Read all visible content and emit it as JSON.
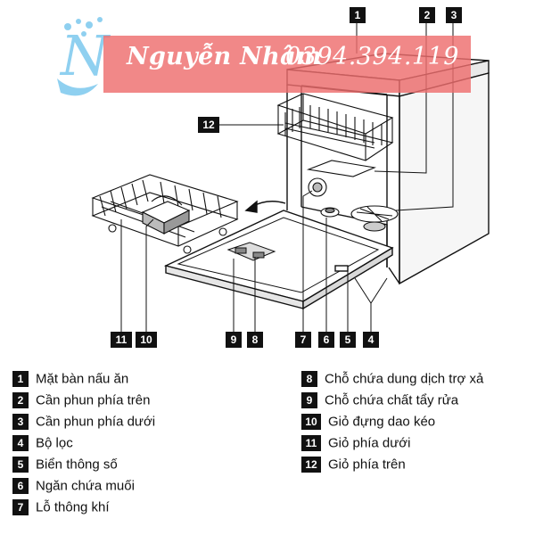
{
  "watermark": {
    "name": "Nguyễn Nhâm",
    "phone": "0394.394.119"
  },
  "callouts": [
    "1",
    "2",
    "3",
    "4",
    "5",
    "6",
    "7",
    "8",
    "9",
    "10",
    "11",
    "12"
  ],
  "legend_left": [
    {
      "num": "1",
      "label": "Mặt bàn nấu ăn"
    },
    {
      "num": "2",
      "label": "Cần phun phía trên"
    },
    {
      "num": "3",
      "label": "Cần phun phía dưới"
    },
    {
      "num": "4",
      "label": "Bộ lọc"
    },
    {
      "num": "5",
      "label": "Biển thông số"
    },
    {
      "num": "6",
      "label": "Ngăn chứa muối"
    },
    {
      "num": "7",
      "label": "Lỗ thông khí"
    }
  ],
  "legend_right": [
    {
      "num": "8",
      "label": "Chỗ chứa dung dịch trợ xả"
    },
    {
      "num": "9",
      "label": "Chỗ chứa chất tẩy rửa"
    },
    {
      "num": "10",
      "label": "Giỏ đựng dao kéo"
    },
    {
      "num": "11",
      "label": "Giỏ phía dưới"
    },
    {
      "num": "12",
      "label": "Giỏ phía trên"
    }
  ],
  "colors": {
    "line": "#111111",
    "watermark_band": "#ee6e6e",
    "logo": "#8fd0f0"
  }
}
